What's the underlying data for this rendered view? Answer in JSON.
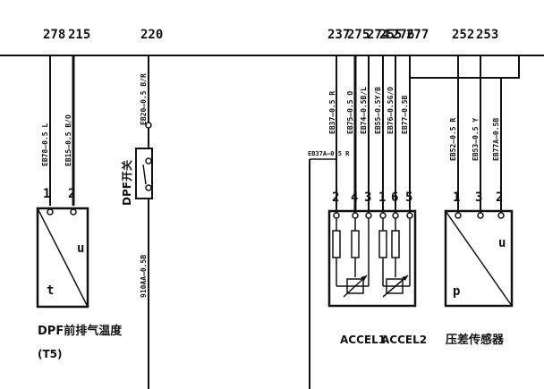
{
  "wire_numbers": [
    "278",
    "215",
    "220",
    "237",
    "275",
    "274",
    "255",
    "276",
    "277",
    "252",
    "253"
  ],
  "wires": {
    "eb78": "EB78—0.5 L",
    "eb15": "EB15—0.5 B/O",
    "eb20": "EB20—0.5 B/R",
    "eb37": "EB37—0.5 R",
    "eb75": "EB75—0.5 O",
    "eb74": "EB74—0.5B/L",
    "eb55": "EB55—0.5Y/B",
    "eb76": "EB76—0.5G/O",
    "eb77": "EB77—0.5B",
    "eb37_branch": "EB37A—0.5 R",
    "eb52": "EB52—0.5 R",
    "eb53": "EB53—0.5 Y",
    "eb77a": "EB77A—0.5B",
    "w910": "910AA—0.5B"
  },
  "components": {
    "dpf_temp": {
      "pins": [
        "1",
        "2"
      ],
      "label_u": "u",
      "label_t": "t",
      "name": "DPF前排气温度",
      "sub": "(T5)"
    },
    "dpf_switch": {
      "name": "DPF开关"
    },
    "accel": {
      "pins": [
        "2",
        "4",
        "3",
        "1",
        "6",
        "5"
      ],
      "name1": "ACCEL1",
      "name2": "ACCEL2"
    },
    "pressure": {
      "pins": [
        "1",
        "3",
        "2"
      ],
      "label_u": "u",
      "label_p": "p",
      "name": "压差传感器"
    }
  }
}
